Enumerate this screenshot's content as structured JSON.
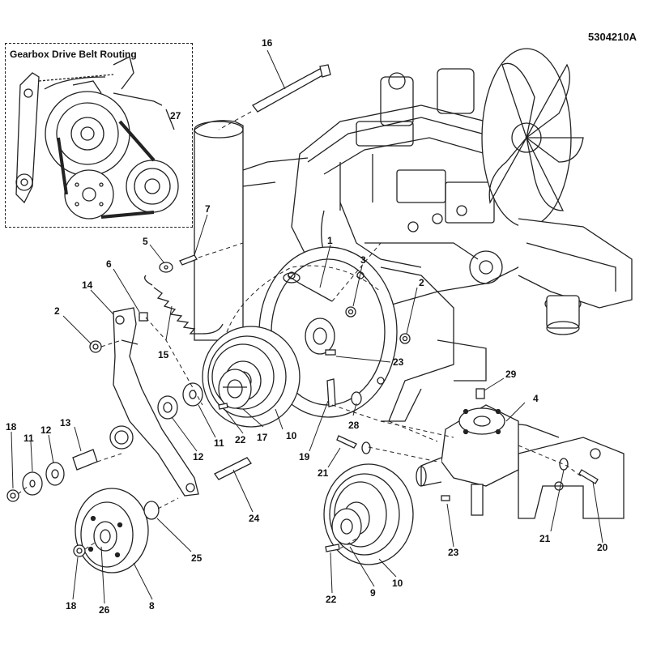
{
  "document_id": "5304210A",
  "inset": {
    "title": "Gearbox Drive Belt Routing",
    "callout": "27"
  },
  "callouts": {
    "c1": "1",
    "c2a": "2",
    "c2b": "2",
    "c3": "3",
    "c4": "4",
    "c5": "5",
    "c6": "6",
    "c7": "7",
    "c8": "8",
    "c9": "9",
    "c10a": "10",
    "c10b": "10",
    "c11a": "11",
    "c11b": "11",
    "c12a": "12",
    "c12b": "12",
    "c13": "13",
    "c14": "14",
    "c15": "15",
    "c16": "16",
    "c17": "17",
    "c18a": "18",
    "c18b": "18",
    "c19": "19",
    "c20": "20",
    "c21a": "21",
    "c21b": "21",
    "c22a": "22",
    "c22b": "22",
    "c23a": "23",
    "c23b": "23",
    "c24": "24",
    "c25": "25",
    "c26": "26",
    "c28": "28",
    "c29": "29"
  }
}
